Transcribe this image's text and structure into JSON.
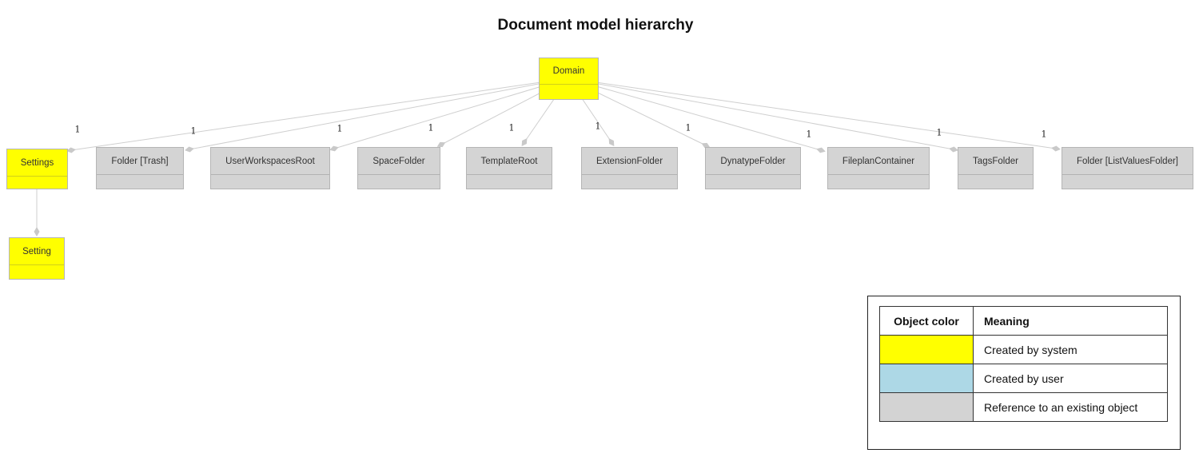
{
  "title": "Document model hierarchy",
  "diagram": {
    "root": {
      "label": "Domain",
      "color": "#FFFF00"
    },
    "children": [
      {
        "label": "Settings",
        "color": "#FFFF00",
        "multiplicity": "1"
      },
      {
        "label": "Folder [Trash]",
        "color": "#D4D4D4",
        "multiplicity": "1"
      },
      {
        "label": "UserWorkspacesRoot",
        "color": "#D4D4D4",
        "multiplicity": "1"
      },
      {
        "label": "SpaceFolder",
        "color": "#D4D4D4",
        "multiplicity": "1"
      },
      {
        "label": "TemplateRoot",
        "color": "#D4D4D4",
        "multiplicity": "1"
      },
      {
        "label": "ExtensionFolder",
        "color": "#D4D4D4",
        "multiplicity": "1"
      },
      {
        "label": "DynatypeFolder",
        "color": "#D4D4D4",
        "multiplicity": "1"
      },
      {
        "label": "FileplanContainer",
        "color": "#D4D4D4",
        "multiplicity": "1"
      },
      {
        "label": "TagsFolder",
        "color": "#D4D4D4",
        "multiplicity": "1"
      },
      {
        "label": "Folder [ListValuesFolder]",
        "color": "#D4D4D4",
        "multiplicity": "1"
      }
    ],
    "settings_child": {
      "label": "Setting",
      "color": "#FFFF00"
    }
  },
  "legend": {
    "headers": [
      "Object color",
      "Meaning"
    ],
    "rows": [
      {
        "color": "#FFFF00",
        "meaning": "Created by system"
      },
      {
        "color": "#ADD8E6",
        "meaning": "Created by user"
      },
      {
        "color": "#D3D3D3",
        "meaning": "Reference to an existing object"
      }
    ]
  }
}
